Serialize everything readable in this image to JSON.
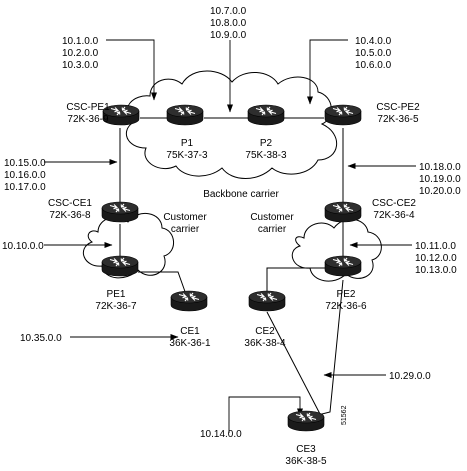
{
  "routers": [
    {
      "id": "csc-pe1",
      "name": "CSC-PE1",
      "model": "72K-36-9"
    },
    {
      "id": "p1",
      "name": "P1",
      "model": "75K-37-3"
    },
    {
      "id": "p2",
      "name": "P2",
      "model": "75K-38-3"
    },
    {
      "id": "csc-pe2",
      "name": "CSC-PE2",
      "model": "72K-36-5"
    },
    {
      "id": "csc-ce1",
      "name": "CSC-CE1",
      "model": "72K-36-8"
    },
    {
      "id": "csc-ce2",
      "name": "CSC-CE2",
      "model": "72K-36-4"
    },
    {
      "id": "pe1",
      "name": "PE1",
      "model": "72K-36-7"
    },
    {
      "id": "pe2",
      "name": "PE2",
      "model": "72K-36-6"
    },
    {
      "id": "ce1",
      "name": "CE1",
      "model": "36K-36-1"
    },
    {
      "id": "ce2",
      "name": "CE2",
      "model": "36K-38-4"
    },
    {
      "id": "ce3",
      "name": "CE3",
      "model": "36K-38-5"
    }
  ],
  "clouds": {
    "backbone": "Backbone carrier",
    "customer_left": [
      "Customer",
      "carrier"
    ],
    "customer_right": [
      "Customer",
      "carrier"
    ]
  },
  "networks": {
    "top_left": [
      "10.1.0.0",
      "10.2.0.0",
      "10.3.0.0"
    ],
    "top_center": [
      "10.7.0.0",
      "10.8.0.0",
      "10.9.0.0"
    ],
    "top_right": [
      "10.4.0.0",
      "10.5.0.0",
      "10.6.0.0"
    ],
    "mid_left": [
      "10.15.0.0",
      "10.16.0.0",
      "10.17.0.0"
    ],
    "mid_right": [
      "10.18.0.0",
      "10.19.0.0",
      "10.20.0.0"
    ],
    "customer_left": [
      "10.10.0.0"
    ],
    "customer_right": [
      "10.11.0.0",
      "10.12.0.0",
      "10.13.0.0"
    ],
    "ce1_net": [
      "10.35.0.0"
    ],
    "ce2_net": [
      "10.29.0.0"
    ],
    "ce3_net": [
      "10.14.0.0"
    ]
  },
  "figure_id": "51562"
}
